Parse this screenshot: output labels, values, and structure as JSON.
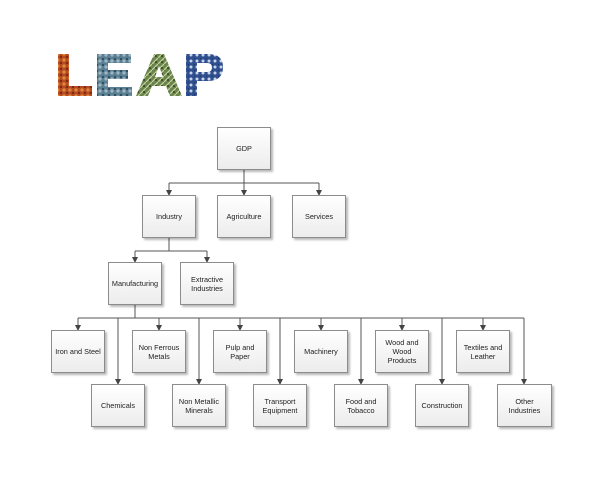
{
  "logo": {
    "text": "LEAP",
    "colors": [
      "#c0502a",
      "#4a6f84",
      "#5f7a45",
      "#2c4a86"
    ]
  },
  "diagram": {
    "nodes": {
      "gdp": "GDP",
      "industry": "Industry",
      "agriculture": "Agriculture",
      "services": "Services",
      "manufacturing": "Manufacturing",
      "extractive_industries": "Extractive\nIndustries",
      "iron_and_steel": "Iron and Steel",
      "non_ferrous_metals": "Non Ferrous\nMetals",
      "pulp_and_paper": "Pulp and Paper",
      "machinery": "Machinery",
      "wood_and_wood_products": "Wood and\nWood Products",
      "textiles_and_leather": "Textiles and\nLeather",
      "chemicals": "Chemicals",
      "non_metallic_minerals": "Non Metallic\nMinerals",
      "transport_equipment": "Transport\nEquipment",
      "food_and_tobacco": "Food and\nTobacco",
      "construction": "Construction",
      "other_industries": "Other Industries"
    }
  }
}
